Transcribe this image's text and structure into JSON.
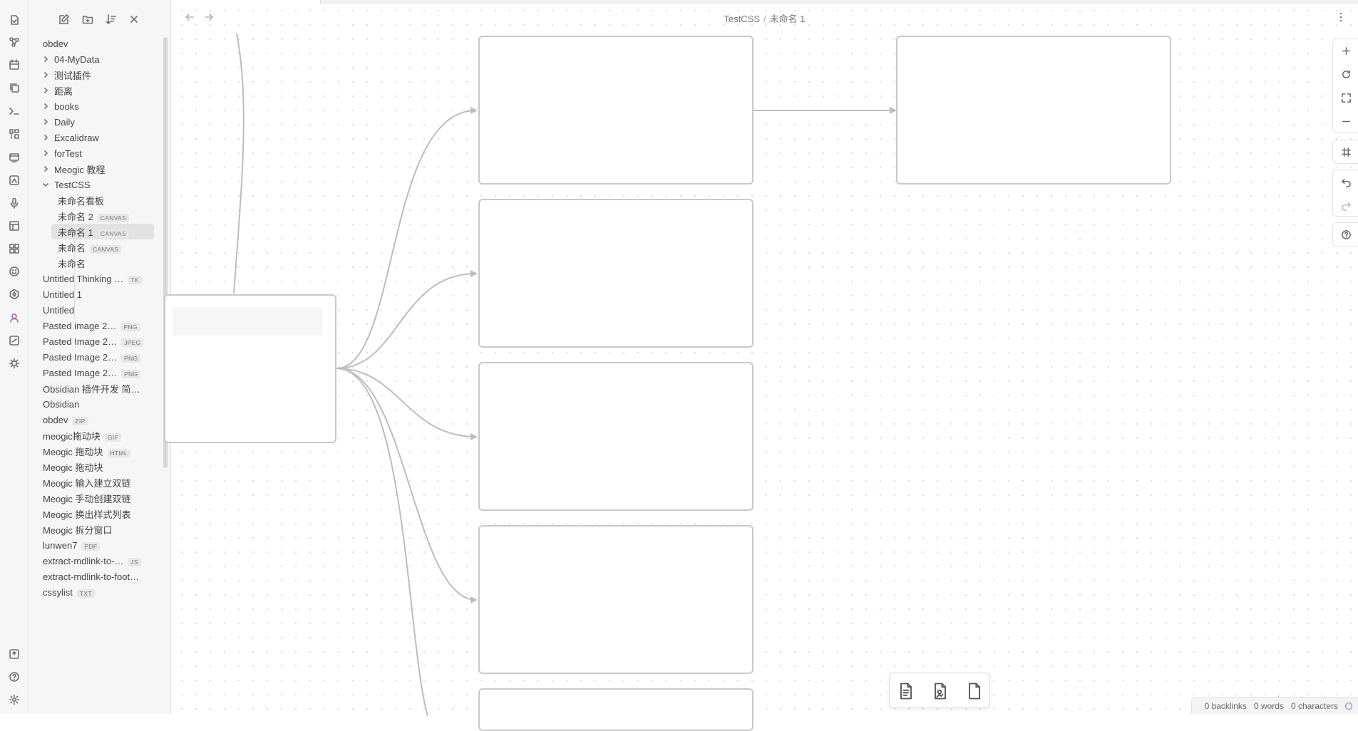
{
  "ribbon": {
    "top_icons": [
      "open-quick-switcher-icon",
      "graph-view-icon",
      "calendar-icon",
      "copy-icon",
      "terminal-icon",
      "blocks-icon",
      "slides-icon",
      "canvas-icon",
      "microphone-icon",
      "table-icon",
      "grid-icon",
      "smiley-icon",
      "plugin-icon",
      "avatar-icon",
      "canvas-alt-icon",
      "lightbulb-icon"
    ],
    "bottom_icons": [
      "vault-switcher-icon",
      "help-icon",
      "settings-icon"
    ]
  },
  "sidebar": {
    "toolbar": [
      "new-note-icon",
      "new-folder-icon",
      "sort-icon",
      "collapse-all-icon"
    ],
    "vault_name": "obdev",
    "folders": [
      {
        "label": "04-MyData"
      },
      {
        "label": "测试插件"
      },
      {
        "label": "距离"
      },
      {
        "label": "books"
      },
      {
        "label": "Daily"
      },
      {
        "label": "Excalidraw"
      },
      {
        "label": "forTest"
      },
      {
        "label": "Meogic 教程"
      },
      {
        "label": "TestCSS"
      }
    ],
    "testcss_children": [
      {
        "label": "未命名看板",
        "tag": ""
      },
      {
        "label": "未命名 2",
        "tag": "CANVAS"
      },
      {
        "label": "未命名 1",
        "tag": "CANVAS"
      },
      {
        "label": "未命名",
        "tag": "CANVAS"
      },
      {
        "label": "未命名",
        "tag": ""
      }
    ],
    "files": [
      {
        "label": "Untitled Thinking …",
        "tag": "TK"
      },
      {
        "label": "Untitled 1",
        "tag": ""
      },
      {
        "label": "Untitled",
        "tag": ""
      },
      {
        "label": "Pasted image 2…",
        "tag": "PNG"
      },
      {
        "label": "Pasted Image 2…",
        "tag": "JPEG"
      },
      {
        "label": "Pasted Image 2…",
        "tag": "PNG"
      },
      {
        "label": "Pasted Image 2…",
        "tag": "PNG"
      },
      {
        "label": "Obsidian 插件开发 简…",
        "tag": ""
      },
      {
        "label": "Obsidian",
        "tag": ""
      },
      {
        "label": "obdev",
        "tag": "ZIP"
      },
      {
        "label": "meogic拖动块",
        "tag": "GIF"
      },
      {
        "label": "Meogic 拖动块",
        "tag": "HTML"
      },
      {
        "label": "Meogic 拖动块",
        "tag": ""
      },
      {
        "label": "Meogic 输入建立双链",
        "tag": ""
      },
      {
        "label": "Meogic 手动创建双链",
        "tag": ""
      },
      {
        "label": "Meogic 换出样式列表",
        "tag": ""
      },
      {
        "label": "Meogic 拆分窗口",
        "tag": ""
      },
      {
        "label": "lunwen7",
        "tag": "PDF"
      },
      {
        "label": "extract-mdlink-to-…",
        "tag": "JS"
      },
      {
        "label": "extract-mdlink-to-foot…",
        "tag": ""
      },
      {
        "label": "cssylist",
        "tag": "TXT"
      }
    ]
  },
  "header": {
    "breadcrumb_folder": "TestCSS",
    "breadcrumb_sep": "/",
    "breadcrumb_file": "未命名 1"
  },
  "canvas_controls": [
    "zoom-in-icon",
    "reset-zoom-icon",
    "zoom-to-fit-icon",
    "zoom-out-icon",
    "snap-grid-icon",
    "undo-icon",
    "redo-icon",
    "help-icon"
  ],
  "card_menu": [
    "add-note-card-icon",
    "add-media-card-icon",
    "add-blank-card-icon"
  ],
  "status": {
    "backlinks": "0 backlinks",
    "words": "0 words",
    "characters": "0 characters"
  },
  "colors": {
    "edge": "#bdbdbd",
    "node_border": "#c9c9c9",
    "accent": "#8a6bd8"
  }
}
